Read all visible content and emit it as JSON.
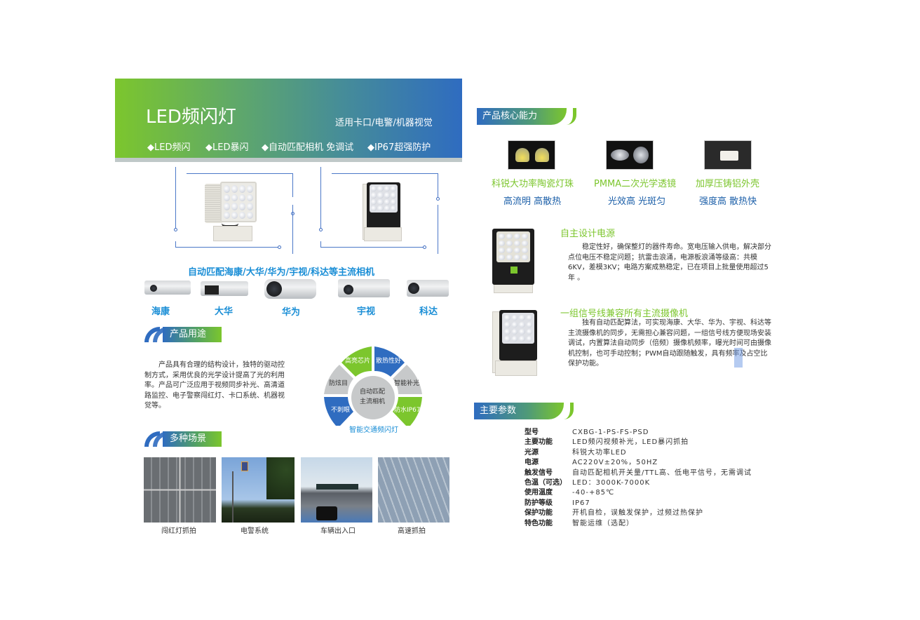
{
  "header": {
    "title": "LED频闪灯",
    "subtitle": "适用卡口/电警/机器视觉",
    "features": [
      "◆LED频闪",
      "◆LED暴闪",
      "◆自动匹配相机 免调试",
      "◆IP67超强防护"
    ],
    "gradient": [
      "#7cc62d",
      "#2f6cc0"
    ]
  },
  "cameras": {
    "title": "自动匹配海康/大华/华为/宇视/科达等主流相机",
    "brands": [
      "海康",
      "大华",
      "华为",
      "宇视",
      "科达"
    ]
  },
  "usage": {
    "title": "产品用途",
    "text": "　　产品具有合理的结构设计，独特的驱动控制方式，采用优良的光学设计提高了光的利用率。产品可广泛应用于视频同步补光、高清道路监控、电子警察闯红灯、卡口系统、机器视觉等。"
  },
  "wheel": {
    "center_line1": "自动匹配",
    "center_line2": "主流相机",
    "segments": [
      "高亮芯片",
      "散热性好",
      "智能补光",
      "防水IP67",
      "不刺眼",
      "防炫目"
    ],
    "caption": "智能交通频闪灯"
  },
  "scenes": {
    "title": "多种场景",
    "items": [
      "闯红灯抓拍",
      "电警系统",
      "车辆出入口",
      "高速抓拍"
    ]
  },
  "core": {
    "title": "产品核心能力",
    "items": [
      {
        "title": "科锐大功率陶瓷灯珠",
        "sub": "高流明 高散热"
      },
      {
        "title": "PMMA二次光学透镜",
        "sub": "光效高 光斑匀"
      },
      {
        "title": "加厚压铸铝外壳",
        "sub": "强度高 散热快"
      }
    ]
  },
  "features": [
    {
      "title": "自主设计电源",
      "text": "　　稳定性好，确保整灯的器件寿命。宽电压输入供电，解决部分点位电压不稳定问题；抗雷击浪涌，电源板浪涌等级高：共模6KV，差模3KV；电路方案成熟稳定，已在项目上批量使用超过5年 。"
    },
    {
      "title": "一组信号线兼容所有主流摄像机",
      "text": "　　独有自动匹配算法，可实现海康、大华、华为、宇视、科达等主流摄像机的同步，无需担心兼容问题，一组信号线方便现场安装调试，内置算法自动同步（倍频）摄像机频率，曝光时间可由摄像机控制，也可手动控制；PWM自动跟随触发，具有频率及占空比保护功能。"
    }
  ],
  "params": {
    "title": "主要参数",
    "rows": [
      {
        "k": "型号",
        "v": "CXBG-1-PS-FS-PSD"
      },
      {
        "k": "主要功能",
        "v": "LED频闪视频补光，LED暴闪抓拍"
      },
      {
        "k": "光源",
        "v": "科锐大功率LED"
      },
      {
        "k": "电源",
        "v": "AC220V±20%，50HZ"
      },
      {
        "k": "触发信号",
        "v": "自动匹配相机开关量/TTL高、低电平信号，无需调试"
      },
      {
        "k": "色温（可选）",
        "v": "LED：3000K-7000K"
      },
      {
        "k": "使用温度",
        "v": "-40-+85℃"
      },
      {
        "k": "防护等级",
        "v": "IP67"
      },
      {
        "k": "保护功能",
        "v": "开机自检，误触发保护，过频过热保护"
      },
      {
        "k": "特色功能",
        "v": "智能运维（选配）"
      }
    ]
  },
  "colors": {
    "green": "#7cc62d",
    "blue": "#2f6cc0",
    "text_blue": "#1a8ed6",
    "gray": "#c7c9ca"
  }
}
